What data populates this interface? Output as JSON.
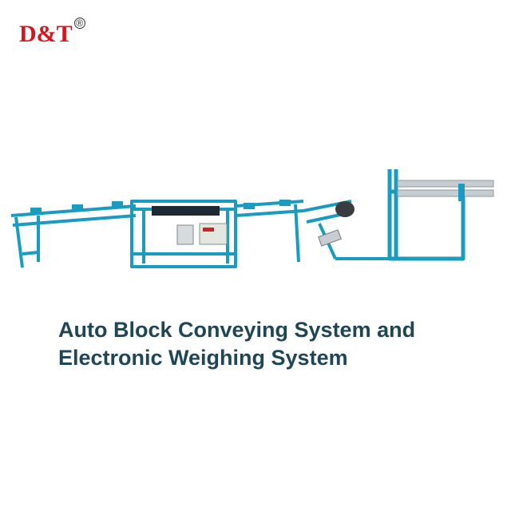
{
  "logo": {
    "text": "D&T",
    "registered_mark": "®",
    "color": "#d9141b"
  },
  "caption": {
    "line1": "Auto Block Conveying System and",
    "line2": "Electronic Weighing System",
    "color": "#1f4656"
  },
  "machine": {
    "frame_color": "#1a9bc0",
    "roller_color": "#b9c2c8"
  }
}
